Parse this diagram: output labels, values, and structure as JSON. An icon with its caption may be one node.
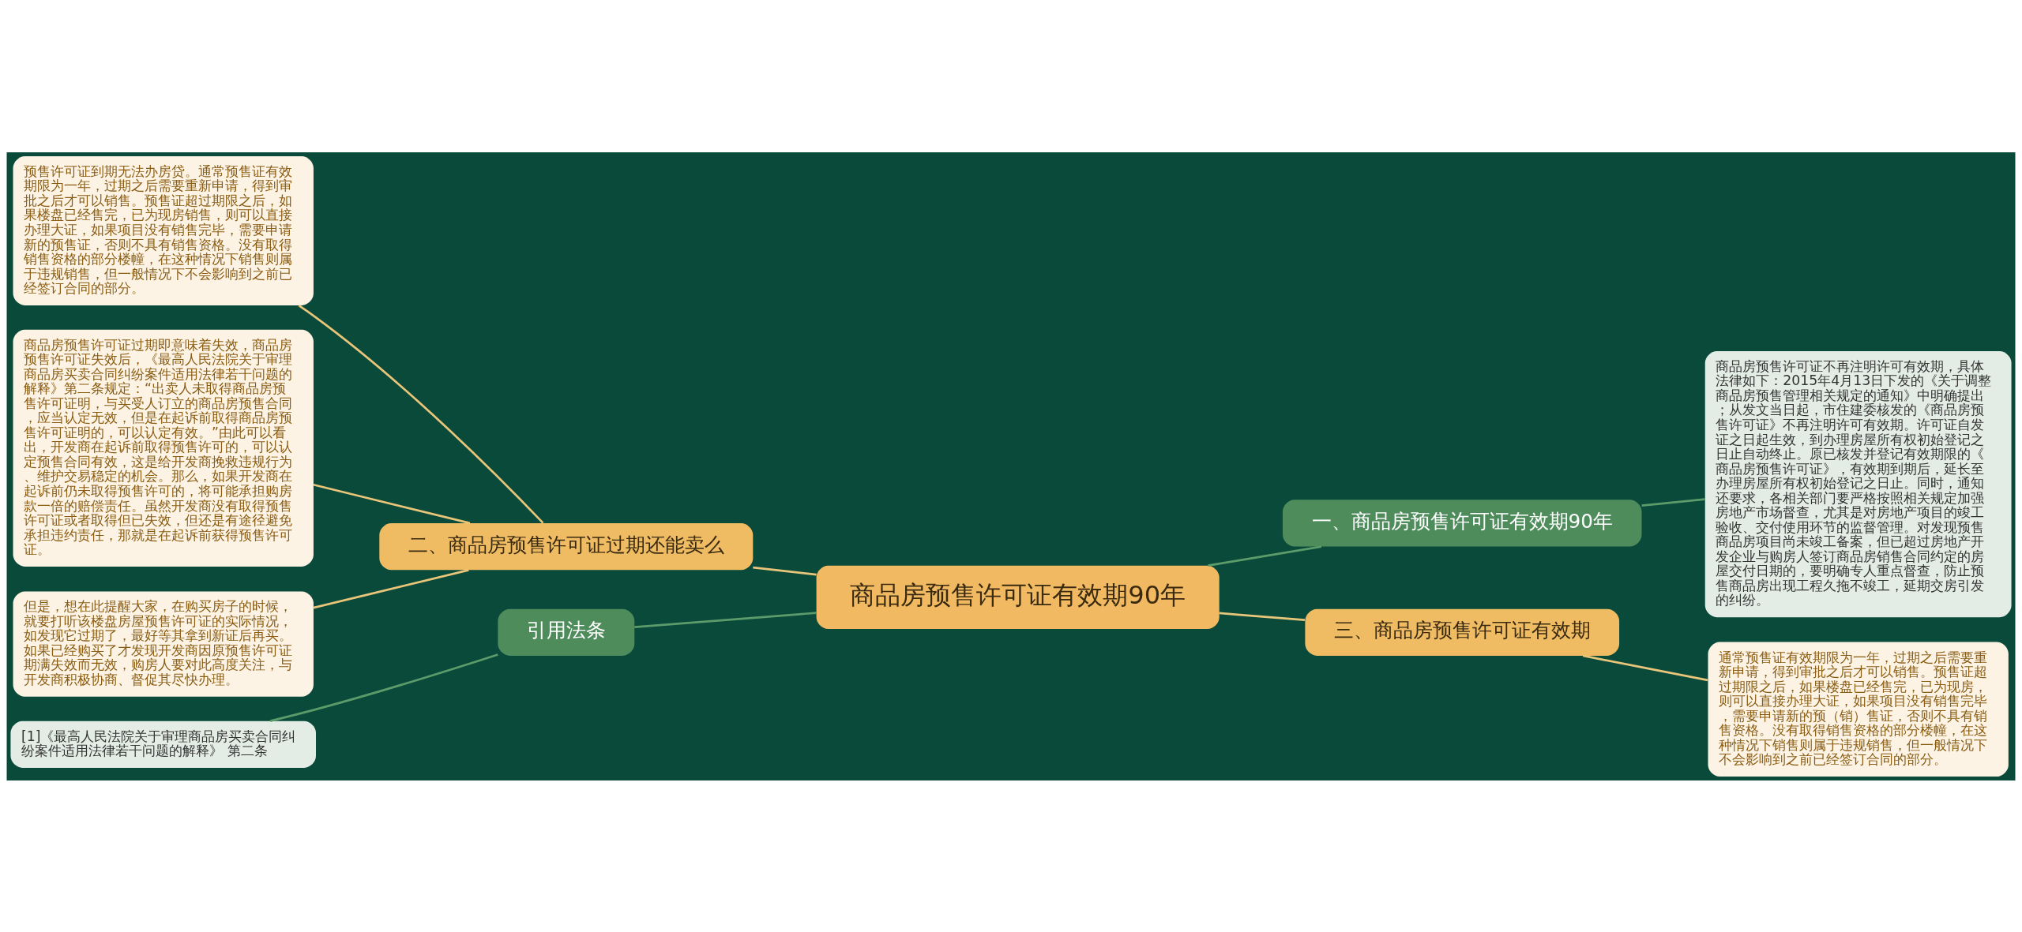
{
  "diagram": {
    "nodes": [
      {
        "text": [
          "商品房预售许可证有效期90年"
        ]
      },
      {
        "text": [
          "二、商品房预售许可证过期还能卖么"
        ]
      },
      {
        "text": [
          "预售许可证到期无法办房贷。通常预售证有效期限为一年，过期之后需要重新申请，得到审批之后才可以销售。预售证超过期限之后，如果楼盘已经售完，已为现房销售，则可以直接办理大证，如果项目没有销售完毕，需要申请新的预售证，否则不具有销售资格。没有取得销售资格的部分楼幢，在这种情况下销售则属于违规销售，但一般情况下不会影响到之前已经签订合同的部分。"
        ]
      },
      {
        "text": [
          "商品房预售许可证过期即意味着失效，商品房预售许可证失效后，《最高人民法院关于审理商品房买卖合同纠纷案件适用法律若干问题的解释》第二条规定：“出卖人未取得商品房预售许可证明，与买受人订立的商品房预售合同，应当认定无效，但是在起诉前取得商品房预售许可证明的，可以认定有效。”由此可以看出，开发商在起诉前取得预售许可的，可以认定预售合同有效，这是给开发商挽救违规行为、维护交易稳定的机会。那么，如果开发商在起诉前仍未取得预售许可的，将可能承担购房款一倍的赔偿责任。虽然开发商没有取得预售许可证或者取得但已失效，但还是有途径避免承担违约责任，那就是在起诉前获得预售许可证。"
        ]
      },
      {
        "text": [
          "但是，想在此提醒大家，在购买房子的时候，就要打听该楼盘房屋预售许可证的实际情况，如发现它过期了，最好等其拿到新证后再买。如果已经购买了才发现开发商因原预售许可证期满失效而无效，购房人要对此高度关注，与开发商积极协商、督促其尽快办理。"
        ]
      },
      {
        "text": [
          "引用法条"
        ]
      },
      {
        "text": [
          "[1]《最高人民法院关于审理商品房买卖合同纠纷案件适用法律若干问题的解释》 第二条"
        ]
      },
      {
        "text": [
          "一、商品房预售许可证有效期90年"
        ]
      },
      {
        "text": [
          "商品房预售许可证不再注明许可有效期，具体法律如下：2015年4月13日下发的《关于调整商品房预售管理相关规定的通知》中明确提出；从发文当日起，市住建委核发的《商品房预售许可证》不再注明许可有效期。许可证自发证之日起生效，到办理房屋所有权初始登记之日止自动终止。原已核发并登记有效期限的《商品房预售许可证》，有效期到期后，延长至办理房屋所有权初始登记之日止。同时，通知还要求，各相关部门要严格按照相关规定加强房地产市场督查，尤其是对房地产项目的竣工验收、交付使用环节的监督管理。对发现预售商品房项目尚未竣工备案，但已超过房地产开发企业与购房人签订商品房销售合同约定的房屋交付日期的，要明确专人重点督查，防止预售商品房出现工程久拖不竣工，延期交房引发的纠纷。"
        ]
      },
      {
        "text": [
          "三、商品房预售许可证有效期"
        ]
      },
      {
        "text": [
          "通常预售证有效期限为一年，过期之后需要重新申请，得到审批之后才可以销售。预售证超过期限之后，如果楼盘已经售完，已为现房，则可以直接办理大证，如果项目没有销售完毕，需要申请新的预（销）售证，否则不具有销售资格。没有取得销售资格的部分楼幢，在这种情况下销售则属于违规销售，但一般情况下不会影响到之前已经签订合同的部分。"
        ]
      }
    ],
    "edges": [
      {
        "from": 1,
        "to": 0,
        "arrow": "none"
      },
      {
        "from": 2,
        "to": 1,
        "arrow": "none"
      },
      {
        "from": 3,
        "to": 1,
        "arrow": "none"
      },
      {
        "from": 4,
        "to": 1,
        "arrow": "none"
      },
      {
        "from": 5,
        "to": 0,
        "arrow": "none",
        "color": "#5c9c6a"
      },
      {
        "from": 6,
        "to": 5,
        "arrow": "none",
        "color": "#5c9c6a"
      },
      {
        "from": 0,
        "to": 7,
        "arrow": "none",
        "color": "#5c9c6a"
      },
      {
        "from": 7,
        "to": 8,
        "arrow": "none",
        "color": "#5c9c6a"
      },
      {
        "from": 0,
        "to": 9,
        "arrow": "none"
      },
      {
        "from": 9,
        "to": 10,
        "arrow": "none"
      }
    ]
  }
}
